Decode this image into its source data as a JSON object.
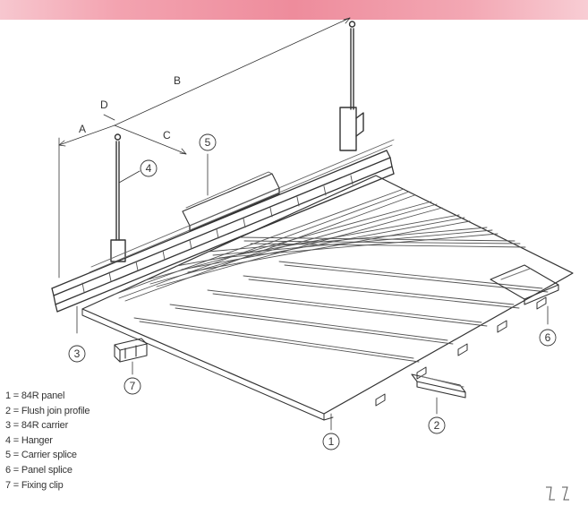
{
  "dimensions": [
    "A",
    "B",
    "C",
    "D"
  ],
  "callouts": [
    "1",
    "2",
    "3",
    "4",
    "5",
    "6",
    "7"
  ],
  "legend": [
    "1 = 84R panel",
    "2 = Flush join profile",
    "3 = 84R carrier",
    "4 = Hanger",
    "5 = Carrier splice",
    "6 = Panel splice",
    "7 = Fixing clip"
  ],
  "colors": {
    "banner": "#f3a3b0",
    "line": "#333333"
  }
}
